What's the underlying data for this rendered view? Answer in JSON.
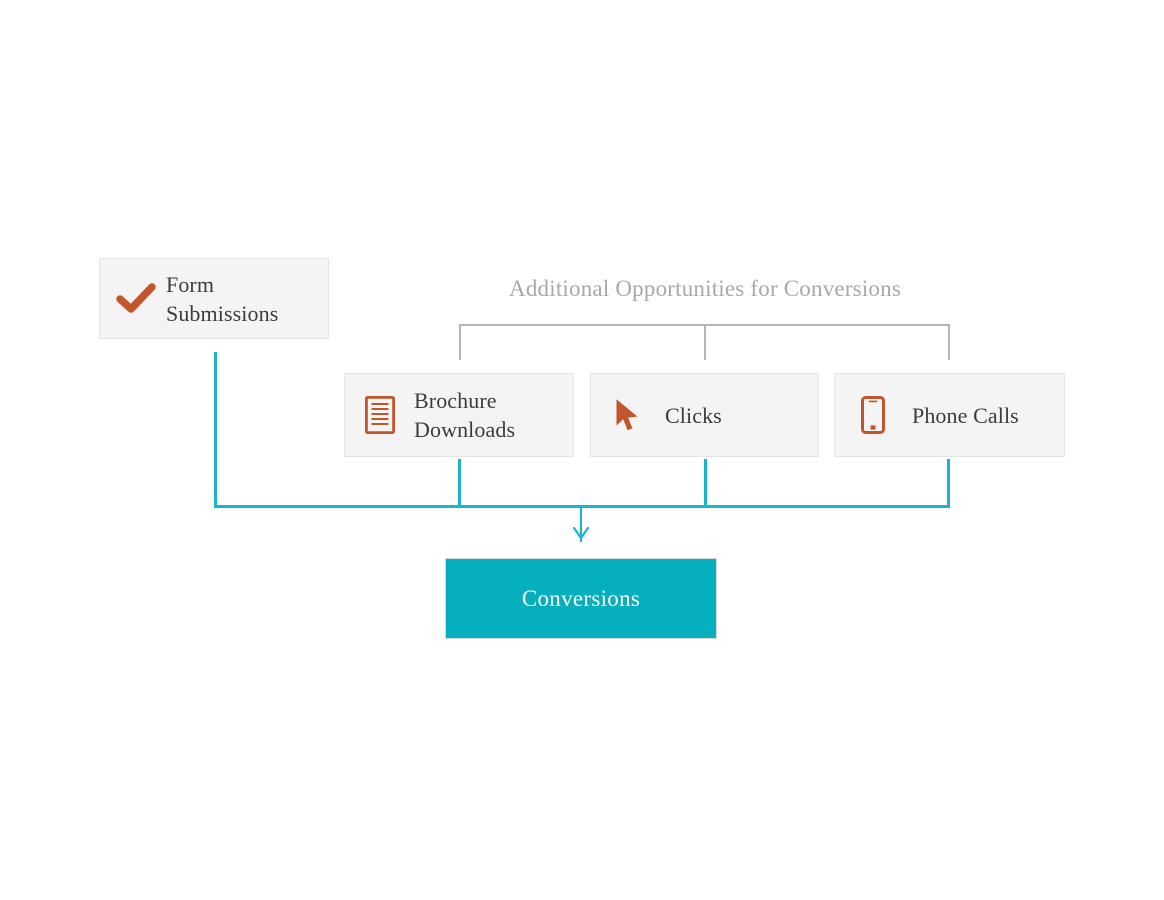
{
  "diagram": {
    "title_text": "Additional Opportunities for Conversions",
    "colors": {
      "accent_orange": "#C2552B",
      "accent_teal": "#06AFBD",
      "connector_teal": "#19B6CB",
      "box_fill": "#f4f4f4",
      "box_border": "#e4e4e4",
      "bracket_gray": "#b5b5b5",
      "heading_gray": "#a8a8a8",
      "label_text": "#3c3c3c"
    },
    "nodes": {
      "form": {
        "label": "Form\nSubmissions",
        "icon": "checkmark-icon"
      },
      "brochure": {
        "label": "Brochure\nDownloads",
        "icon": "document-lines-icon"
      },
      "clicks": {
        "label": "Clicks",
        "icon": "mouse-cursor-icon"
      },
      "phone": {
        "label": "Phone Calls",
        "icon": "mobile-phone-icon"
      },
      "conversions": {
        "label": "Conversions"
      }
    }
  }
}
